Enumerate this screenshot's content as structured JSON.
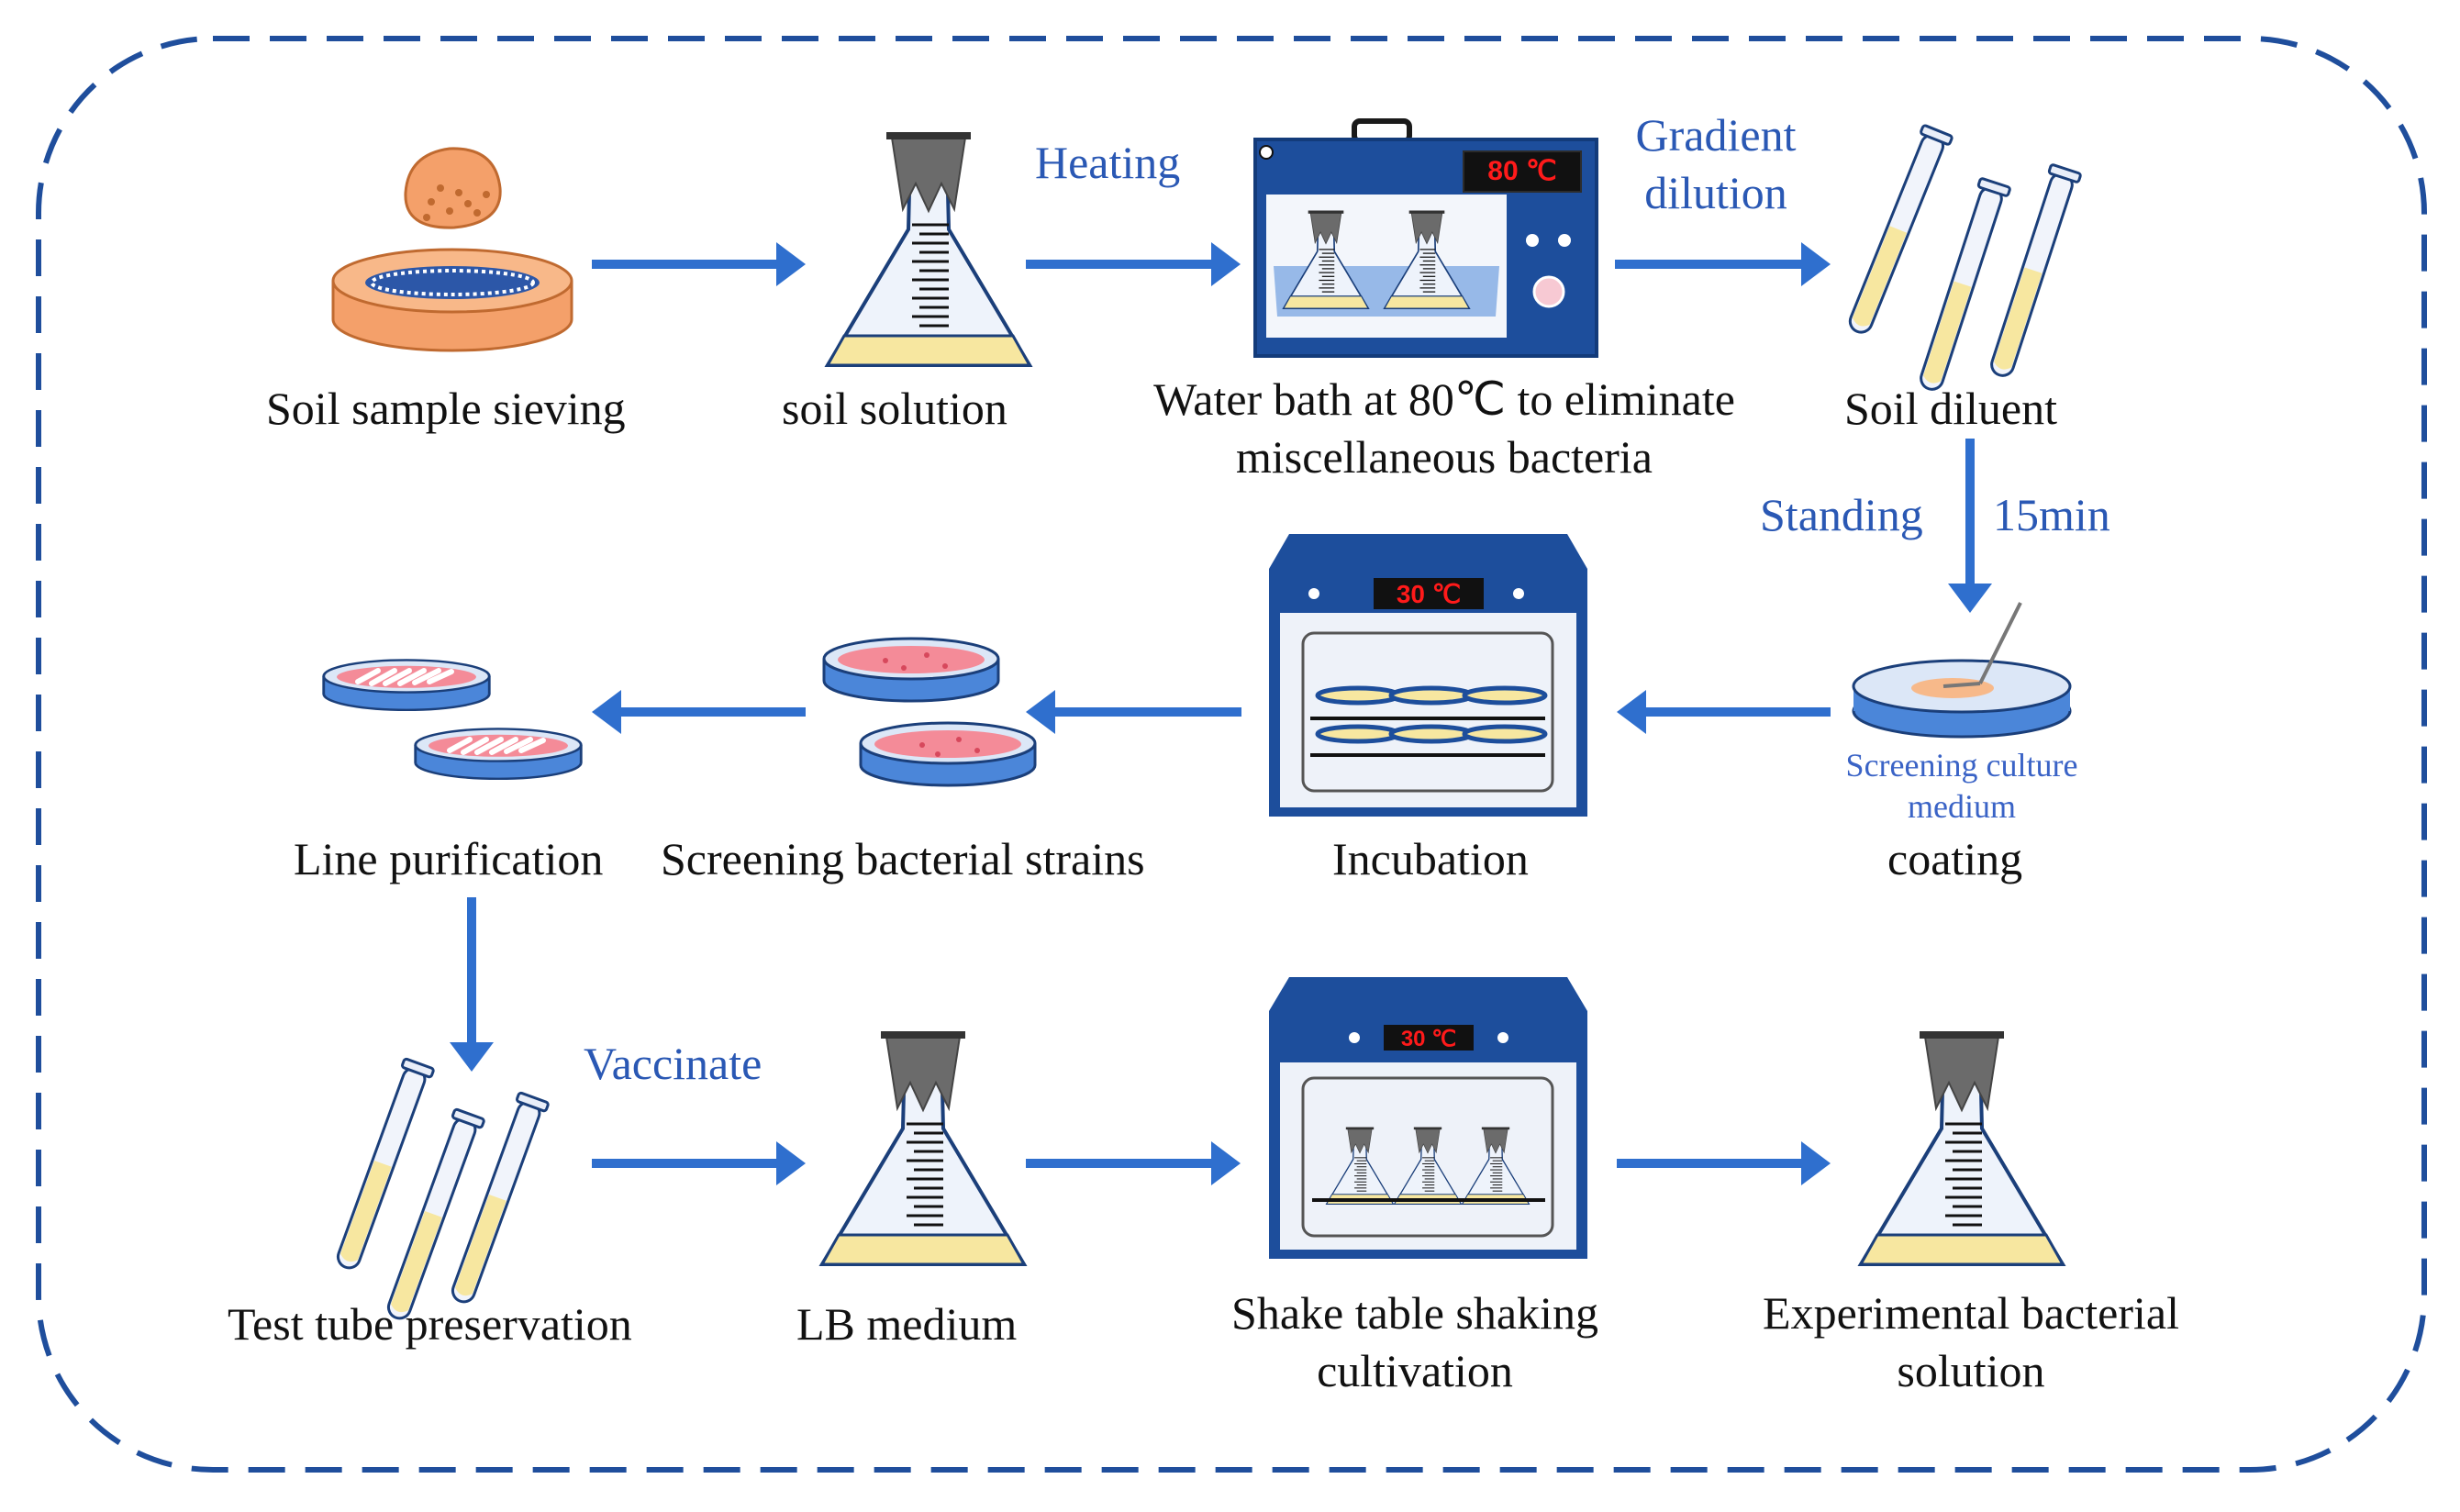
{
  "colors": {
    "border": "#1f4e9c",
    "arrow": "#2f6fce",
    "instrument": "#1d4e9c",
    "display_text": "#ff1a1a",
    "liquid": "#f7e7a0",
    "dish": "#4b86d9",
    "agar": "#f48b98",
    "sieve": "#f4a06a"
  },
  "steps": {
    "sieving": "Soil sample sieving",
    "soil_solution": "soil solution",
    "water_bath_l1": "Water bath at 80℃ to eliminate",
    "water_bath_l2": "miscellaneous bacteria",
    "diluent": "Soil diluent",
    "coating": "coating",
    "incubation": "Incubation",
    "screening": "Screening bacterial strains",
    "line_purification": "Line purification",
    "test_tube": "Test tube preservation",
    "lb_medium": "LB medium",
    "shake_l1": "Shake table shaking",
    "shake_l2": "cultivation",
    "experimental_l1": "Experimental bacterial",
    "experimental_l2": "solution"
  },
  "arrow_labels": {
    "heating": "Heating",
    "gradient_l1": "Gradient",
    "gradient_l2": "dilution",
    "standing": "Standing",
    "standing_time": "15min",
    "vaccinate": "Vaccinate"
  },
  "notes": {
    "screening_medium_l1": "Screening culture",
    "screening_medium_l2": "medium"
  },
  "displays": {
    "water_bath": "80 ℃",
    "incubator": "30 ℃",
    "shaker": "30 ℃"
  }
}
